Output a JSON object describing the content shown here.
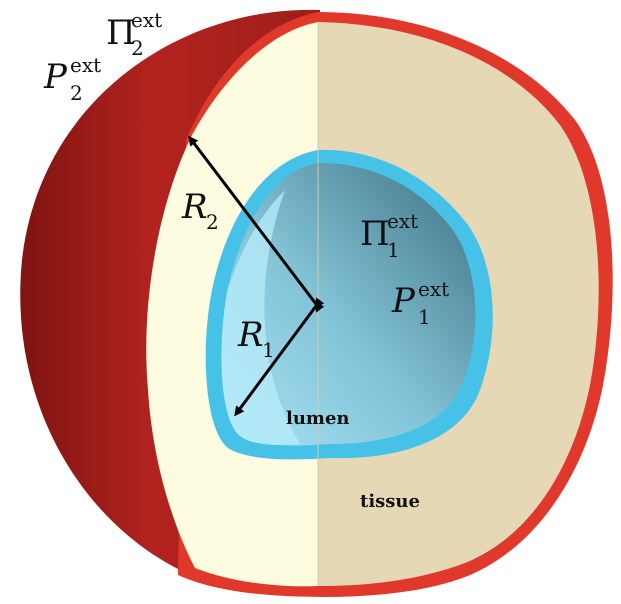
{
  "diagram": {
    "labels": {
      "pi_outer": {
        "base": "Π",
        "sub": "2",
        "sup": "ext"
      },
      "p_outer": {
        "base": "P",
        "sub": "2",
        "sup": "ext"
      },
      "pi_inner": {
        "base": "Π",
        "sub": "1",
        "sup": "ext"
      },
      "p_inner": {
        "base": "P",
        "sub": "1",
        "sup": "ext"
      },
      "r_outer": {
        "base": "R",
        "sub": "2"
      },
      "r_inner": {
        "base": "R",
        "sub": "1"
      },
      "lumen": "lumen",
      "tissue": "tissue"
    },
    "colors": {
      "outer_shell": "#b3231f",
      "outer_rim": "#e0392c",
      "tissue_left": "#fdfbe0",
      "tissue_right": "#e6d7b5",
      "lumen_rim": "#46c1e8",
      "lumen_interior_light": "#a8e3f5",
      "lumen_interior_dark": "#3d6f80",
      "arrow": "#000000"
    }
  }
}
